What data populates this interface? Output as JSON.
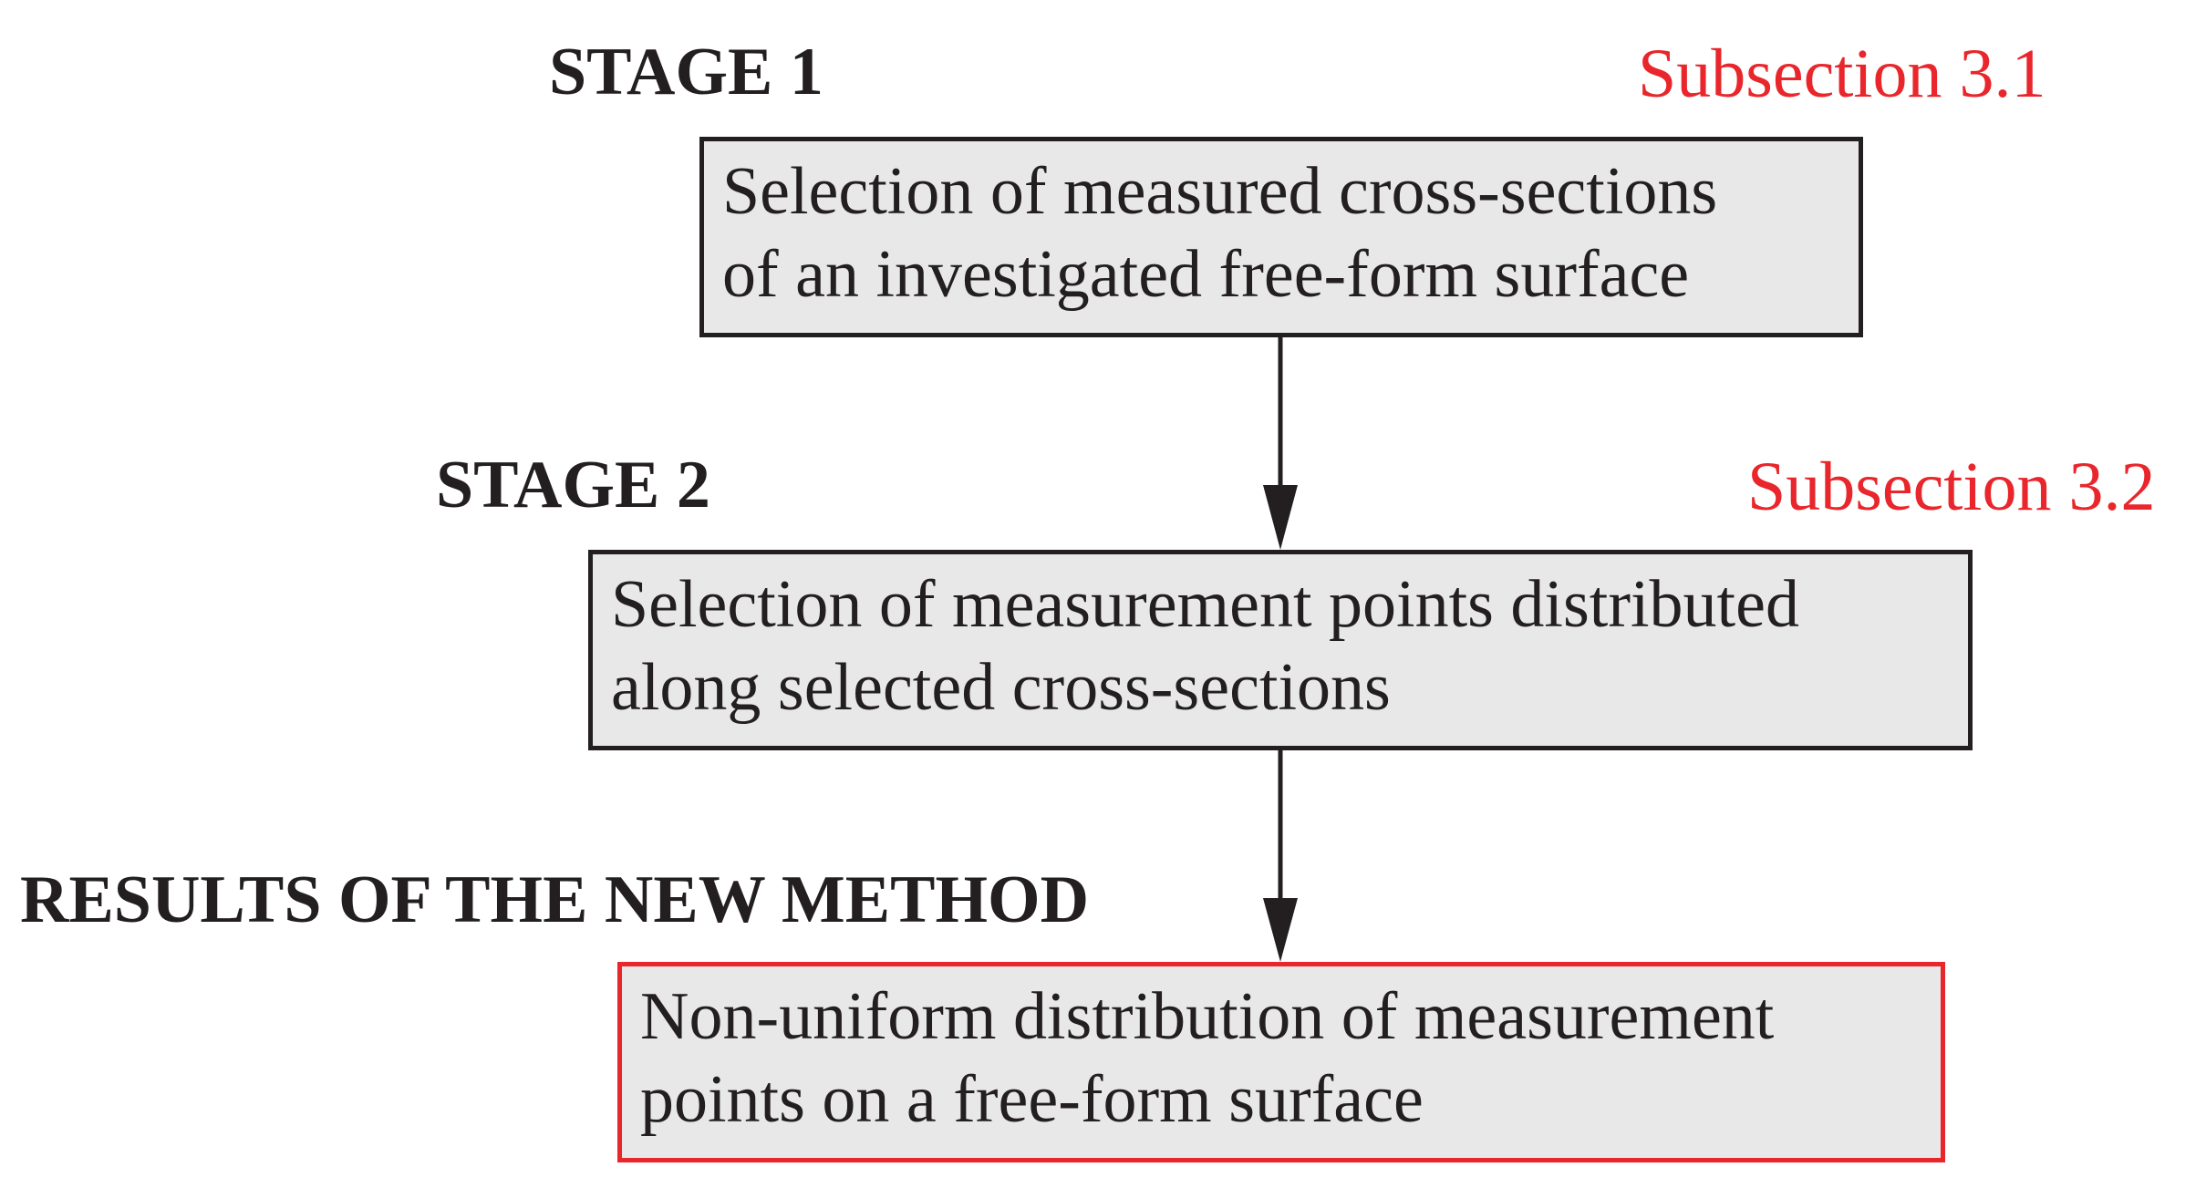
{
  "stage1": {
    "title": "STAGE 1",
    "reference": "Subsection 3.1",
    "box_lines": [
      "Selection of measured cross-sections",
      "of an investigated free-form surface"
    ]
  },
  "stage2": {
    "title": "STAGE 2",
    "reference": "Subsection 3.2",
    "box_lines": [
      "Selection of measurement points distributed",
      "along selected cross-sections"
    ]
  },
  "results": {
    "title": "RESULTS OF THE NEW METHOD",
    "box_lines": [
      "Non-uniform distribution of measurement",
      "points on a free-form surface"
    ]
  },
  "colors": {
    "text": "#231f20",
    "reference": "#e8262b",
    "box_fill": "#e8e8e8",
    "highlight_border": "#e8262b"
  }
}
